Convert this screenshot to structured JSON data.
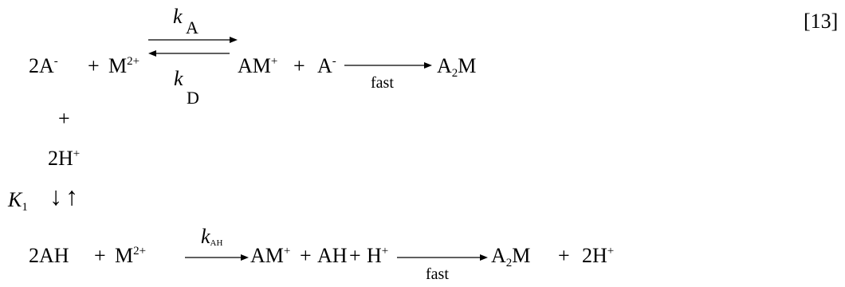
{
  "equation_number": "[13]",
  "top_scheme": {
    "reactant_coeff": "2",
    "anion": "A",
    "anion_charge": "-",
    "plus": "+",
    "metal": "M",
    "metal_charge": "2+",
    "forward_k_symbol": "k",
    "forward_k_subscript": "A",
    "reverse_k_symbol": "k",
    "reverse_k_subscript": "D",
    "intermediate": "AM",
    "intermediate_charge": "+",
    "plus2": "+",
    "anion2": "A",
    "anion2_charge": "-",
    "fast_label": "fast",
    "product": "A",
    "product_sub": "2",
    "product_metal": "M"
  },
  "vertical": {
    "plus": "+",
    "proton_coeff": "2H",
    "proton_charge": "+",
    "equilibrium_symbol": "K",
    "equilibrium_subscript": "1",
    "down_arrow": "↓",
    "up_arrow": "↑"
  },
  "bottom_scheme": {
    "reactant": "2AH",
    "plus": "+",
    "metal": "M",
    "metal_charge": "2+",
    "k_symbol": "k",
    "k_subscript": "AH",
    "intermediate": "AM",
    "intermediate_charge": "+",
    "plus2": "+",
    "acid": "AH",
    "plus3": "+",
    "proton": "H",
    "proton_charge": "+",
    "fast_label": "fast",
    "product": "A",
    "product_sub": "2",
    "product_metal": "M",
    "plus4": "+",
    "final_proton": "2H",
    "final_proton_charge": "+"
  }
}
